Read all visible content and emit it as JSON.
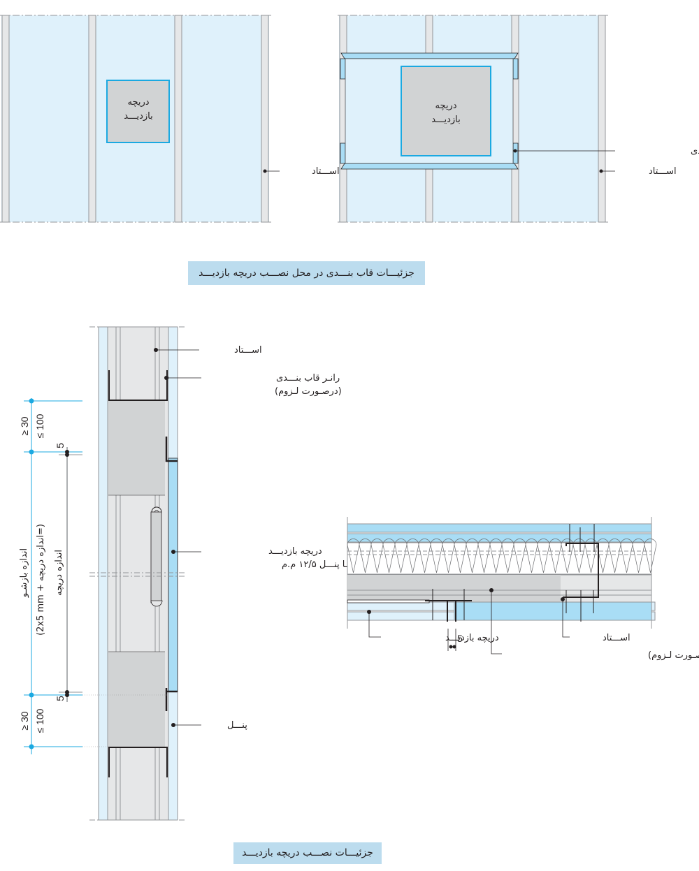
{
  "colors": {
    "board": "#dff1fb",
    "stud": "#e6e7e8",
    "stud_line": "#939598",
    "hatch_blue": "#a9ddf5",
    "accent_blue": "#1ba9e1",
    "access_grey": "#d1d3d4",
    "caption_bg": "#bcdcee",
    "ink": "#231f20"
  },
  "elevation_left": {
    "hatch_label_line1": "دریچه",
    "hatch_label_line2": "بازدیـــد",
    "stud_label": "اســـتاد"
  },
  "elevation_right": {
    "hatch_label_line1": "دریچه",
    "hatch_label_line2": "بازدیـــد",
    "runner_label": "رانـر قاب بنـــدی",
    "stud_label": "اســـتاد"
  },
  "caption_top": "جزئیـــات قاب بنـــدی در محل نصـــب دریچه بازدیـــد",
  "vertical_section": {
    "stud_label": "اســـتاد",
    "runner_label_line1": "رانـر قاب بنـــدی",
    "runner_label_line2": "(درصـورت لـزوم)",
    "hatch_label_line1": "دریچه بازدیـــد",
    "hatch_label_line2": "بـا پنـــل ۱۲/۵ م.م",
    "panel_label": "پنـــل",
    "dim_top_min": "≥ 30",
    "dim_top_max": "≤ 100",
    "dim_bottom_min": "≥ 30",
    "dim_bottom_max": "≤ 100",
    "dim_gap_top": "5",
    "dim_gap_bottom": "5",
    "dim_opening_line1": "اندازه بازشـو",
    "dim_opening_line2": "(=اندازه دریچه + 2x5 mm)",
    "dim_hatch_size": "اندازه دریچه"
  },
  "horizontal_section": {
    "hatch_label": "دریچه بازدیـــد",
    "gap_label": "5",
    "stud_label": "اســـتاد",
    "runner_label": "رانـر قاب بنـــدی (درصـورت لـزوم)"
  },
  "caption_bottom": "جزئیـــات نصـــب دریچه بازدیـــد"
}
